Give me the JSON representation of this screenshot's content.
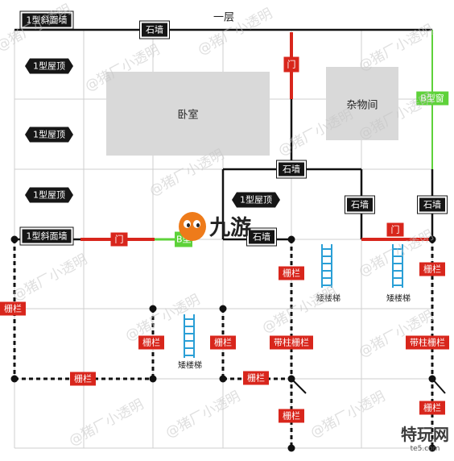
{
  "floor_title": "一层",
  "rooms": [
    {
      "key": "bedroom",
      "label": "卧室"
    },
    {
      "key": "storage",
      "label": "杂物间"
    }
  ],
  "labels": {
    "slope_wall_top": "1型斜面墙",
    "slope_wall_mid": "1型斜面墙",
    "roof_1": "1型屋顶",
    "roof_2": "1型屋顶",
    "roof_3": "1型屋顶",
    "roof_center": "1型屋顶",
    "stone_top": "石墙",
    "stone_mid": "石墙",
    "stone_right1": "石墙",
    "stone_right2": "石墙",
    "stone_center": "石墙",
    "door_top": "门",
    "door_left": "门",
    "door_right": "门",
    "window_b_right": "B型窗",
    "window_b_center": "B型窗",
    "fence_left": "栅栏",
    "fence_bottom_left": "栅栏",
    "fence_mid1": "栅栏",
    "fence_mid2": "栅栏",
    "fence_mid3": "栅栏",
    "fence_center_right": "栅栏",
    "fence_bottom_center": "栅栏",
    "fence_right": "栅栏",
    "fence_bottom_right": "栅栏",
    "post_fence_center": "带柱栅栏",
    "post_fence_right": "带柱栅栏",
    "ladder_1": "矮楼梯",
    "ladder_2": "矮楼梯",
    "ladder_3": "矮楼梯"
  },
  "watermark_text": "@猪厂小透明",
  "logo_text": "九游",
  "brand": {
    "name": "特玩网",
    "url": "te5.com"
  },
  "colors": {
    "grid": "#cfcfcf",
    "wall": "#111111",
    "door": "#d8261c",
    "window": "#5ed23a",
    "fence": "#111111",
    "ladder": "#2a9fd6",
    "room": "#d9d9d9"
  }
}
